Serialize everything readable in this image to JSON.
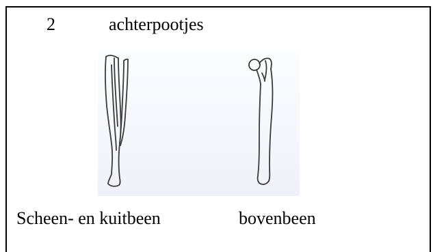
{
  "heading": {
    "number": "2",
    "label": "achterpootjes"
  },
  "captions": {
    "left": "Scheen- en kuitbeen",
    "right": "bovenbeen"
  },
  "colors": {
    "ink": "#000000",
    "drawing_line": "#3a3a3a",
    "paper_tint": "#f4f7fb"
  }
}
